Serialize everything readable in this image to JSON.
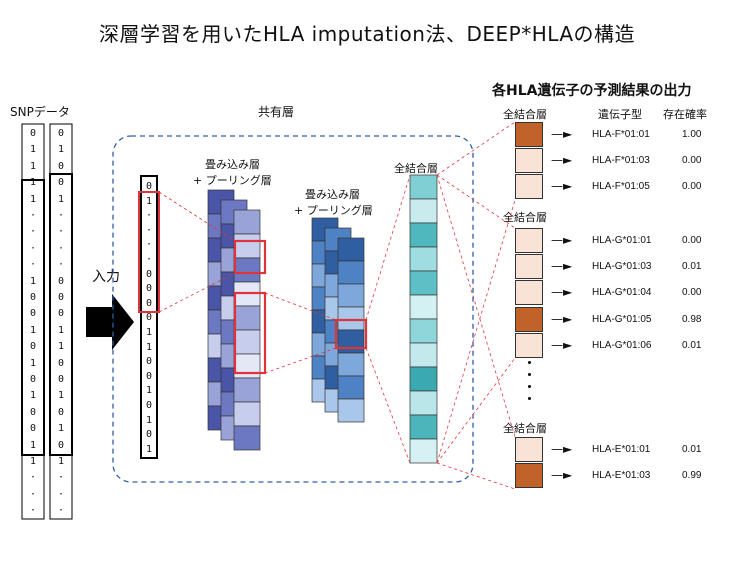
{
  "title": "深層学習を用いたHLA imputation法、DEEP*HLAの構造",
  "labels": {
    "snp_data": "SNPデータ",
    "input": "入力",
    "shared_layer": "共有層",
    "conv_pool_1a": "畳み込み層",
    "conv_pool_1b": "+ プーリング層",
    "conv_pool_2a": "畳み込み層",
    "conv_pool_2b": "+ プーリング層",
    "fc_shared": "全結合層",
    "output_title": "各HLA遺伝子の予測結果の出力",
    "fc_col": "全結合層",
    "allele_col": "遺伝子型",
    "prob_col": "存在確率",
    "fc_g": "全結合層",
    "fc_e": "全結合層"
  },
  "snp_left": [
    "0",
    "1",
    "1",
    "1",
    "1",
    "·",
    "·",
    "·",
    "·",
    "1",
    "0",
    "0",
    "1",
    "0",
    "1",
    "0",
    "1",
    "0",
    "0",
    "1",
    "1",
    "·",
    "·",
    "·"
  ],
  "snp_right": [
    "0",
    "1",
    "0",
    "0",
    "1",
    "·",
    "·",
    "·",
    "·",
    "0",
    "0",
    "0",
    "1",
    "1",
    "0",
    "0",
    "1",
    "0",
    "1",
    "0",
    "1",
    "·",
    "·",
    "·"
  ],
  "input_bits": [
    "0",
    "1",
    "·",
    "·",
    "·",
    "·",
    "0",
    "0",
    "0",
    "0",
    "1",
    "1",
    "0",
    "0",
    "1",
    "0",
    "1",
    "0",
    "1"
  ],
  "hla_groups": [
    {
      "rows": [
        {
          "allele": "HLA-F*01:01",
          "prob": "1.00",
          "color": "#c0622a"
        },
        {
          "allele": "HLA-F*01:03",
          "prob": "0.00",
          "color": "#f9e3d6"
        },
        {
          "allele": "HLA-F*01:05",
          "prob": "0.00",
          "color": "#f9e3d6"
        }
      ]
    },
    {
      "rows": [
        {
          "allele": "HLA-G*01:01",
          "prob": "0.00",
          "color": "#f9e3d6"
        },
        {
          "allele": "HLA-G*01:03",
          "prob": "0.01",
          "color": "#f9e3d6"
        },
        {
          "allele": "HLA-G*01:04",
          "prob": "0.00",
          "color": "#f9e3d6"
        },
        {
          "allele": "HLA-G*01:05",
          "prob": "0.98",
          "color": "#c0622a"
        },
        {
          "allele": "HLA-G*01:06",
          "prob": "0.01",
          "color": "#f9e3d6"
        }
      ]
    },
    {
      "rows": [
        {
          "allele": "HLA-E*01:01",
          "prob": "0.01",
          "color": "#f9e3d6"
        },
        {
          "allele": "HLA-E*01:03",
          "prob": "0.99",
          "color": "#c0622a"
        }
      ]
    }
  ],
  "colors": {
    "conv1": [
      "#4a55a8",
      "#6c78c2",
      "#9aa3d8",
      "#c7cdec",
      "#e4e7f6"
    ],
    "conv2": [
      "#2f5fa0",
      "#4d82c4",
      "#7ea8dc",
      "#a9c7ea"
    ],
    "fc": [
      "#7fcfd4",
      "#c9ebee",
      "#4fb8bf",
      "#9fdde1",
      "#5cc0c6",
      "#d3f0f2",
      "#8fd6db",
      "#c3e9ec",
      "#3aa9b0",
      "#b9e6e9",
      "#4cb4bb",
      "#d6f1f3"
    ],
    "highlight": "#e0343a",
    "dash_box": "#2e5fa3"
  }
}
